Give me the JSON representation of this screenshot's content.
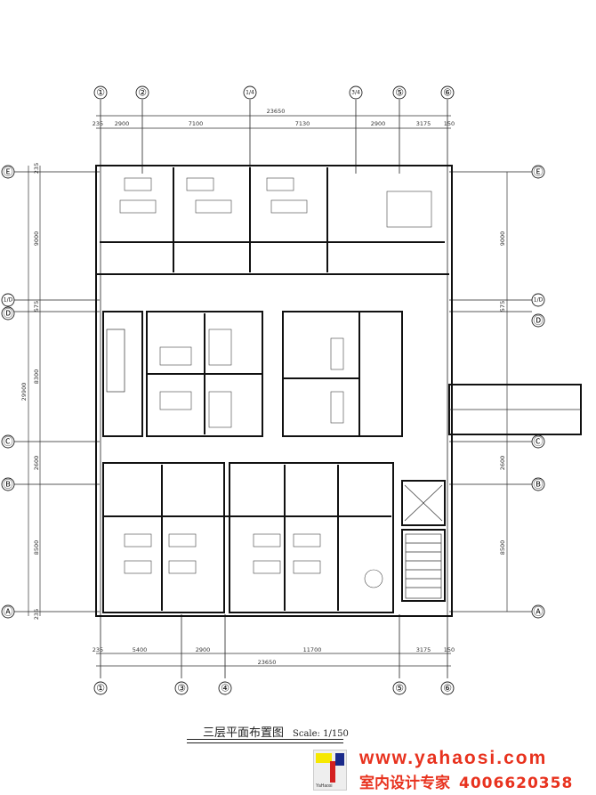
{
  "plan": {
    "top_axes": [
      "①",
      "②",
      "1/4",
      "3/4",
      "⑤",
      "⑥"
    ],
    "bottom_axes": [
      "①",
      "③",
      "④",
      "⑤",
      "⑥"
    ],
    "row_axes": [
      "Ⓔ",
      "1/D",
      "Ⓓ",
      "Ⓒ",
      "Ⓑ",
      "Ⓐ"
    ],
    "top_total": "23650",
    "top_dims": [
      "235",
      "2900",
      "7100",
      "7130",
      "2900",
      "3175",
      "150"
    ],
    "bottom_total": "23650",
    "bottom_dims": [
      "235",
      "5400",
      "2900",
      "11700",
      "3175",
      "150"
    ],
    "left_total": "29900",
    "left_dims": [
      "235",
      "9000",
      "575",
      "8300",
      "2600",
      "8500",
      "235"
    ],
    "right_dims": [
      "9000",
      "575",
      "2600",
      "8500"
    ]
  },
  "title": {
    "text": "三层平面布置图",
    "scale": "Scale: 1/150"
  },
  "watermark": {
    "url": "www.yahaosi.com",
    "tagline": "室内设计专家",
    "phone": "4006620358",
    "logo_text": "YaHaosi"
  }
}
